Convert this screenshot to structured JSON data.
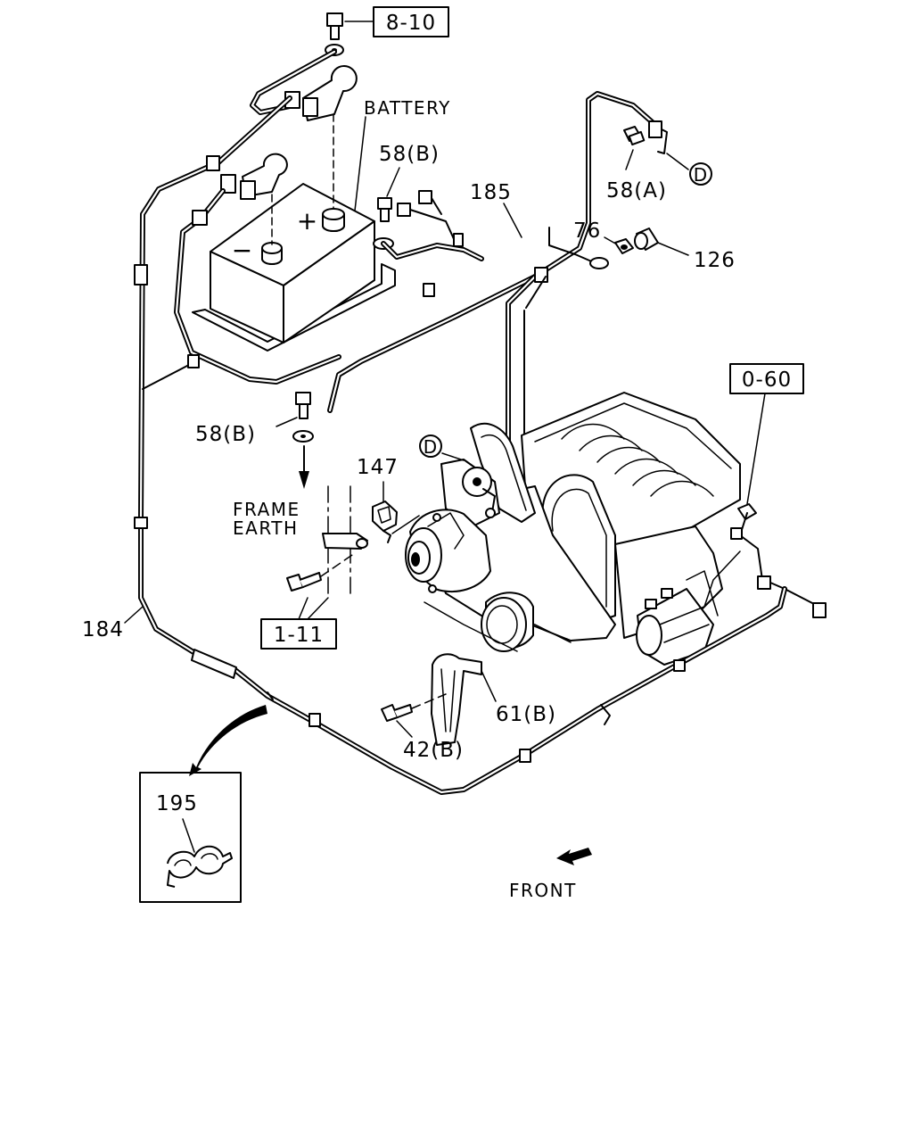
{
  "diagram": {
    "callouts": {
      "ref_8_10": "8-10",
      "battery": "BATTERY",
      "p58b_top": "58(B)",
      "p185": "185",
      "p58a": "58(A)",
      "conn_d_top": "D",
      "p76": "76",
      "p126": "126",
      "ref_0_60": "0-60",
      "p58b_left": "58(B)",
      "conn_d_engine": "D",
      "p147": "147",
      "frame": "FRAME",
      "earth": "EARTH",
      "ref_1_11": "1-11",
      "p184": "184",
      "p61b": "61(B)",
      "p42b": "42(B)",
      "p195": "195",
      "front": "FRONT",
      "plus": "+",
      "minus": "−"
    },
    "icons": {
      "bolt": "bolt-icon",
      "washer": "washer-icon",
      "nut": "nut-icon",
      "clip": "clip-icon",
      "front_arrow": "front-arrow-icon"
    }
  }
}
